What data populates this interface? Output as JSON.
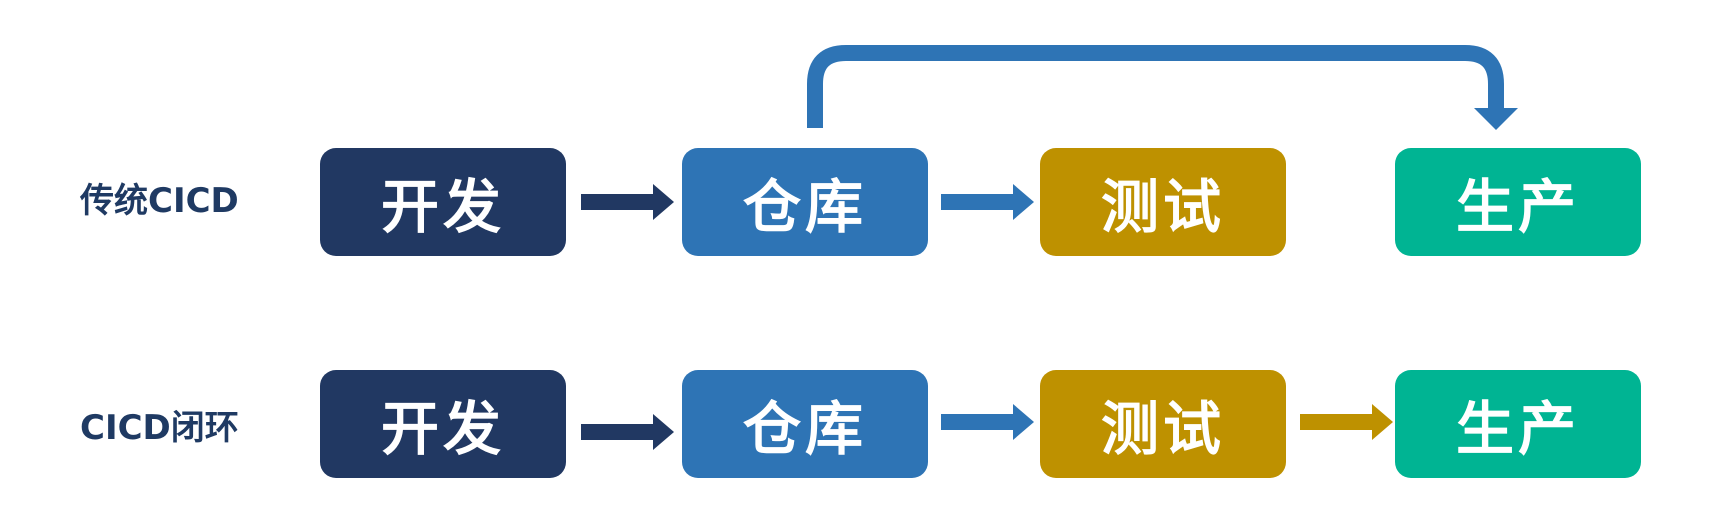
{
  "rows": [
    {
      "label": "传统CICD",
      "stages": [
        "开发",
        "仓库",
        "测试",
        "生产"
      ]
    },
    {
      "label": "CICD闭环",
      "stages": [
        "开发",
        "仓库",
        "测试",
        "生产"
      ]
    }
  ],
  "colors": {
    "label_text": "#1f3a63",
    "dev": "#213862",
    "repo": "#2e74b5",
    "test": "#be9100",
    "prod": "#00b493"
  }
}
